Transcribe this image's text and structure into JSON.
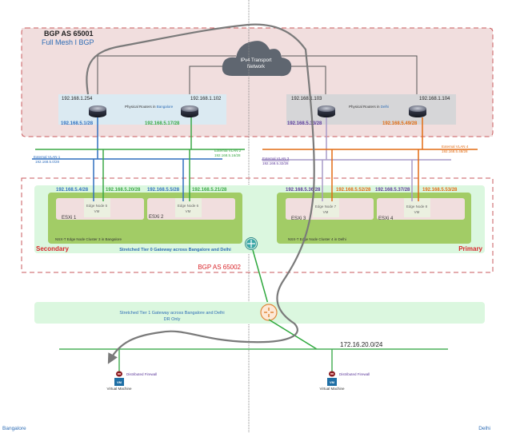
{
  "bgp_top": {
    "title": "BGP AS 65001",
    "subtitle": "Full Mesh I BGP"
  },
  "cloud": {
    "line1": "IPv4 Transport",
    "line2": "Network"
  },
  "bangalore_routers": {
    "label_prefix": "Physical Routers in ",
    "label_city": "Bangalore",
    "r1_mgmt": "192.168.1.254",
    "r1_uplink": "192.168.5.1/28",
    "r2_mgmt": "192.168.1.102",
    "r2_uplink": "192.168.5.17/28"
  },
  "delhi_routers": {
    "label_prefix": "Physical Routers in ",
    "label_city": "Delhi",
    "r1_mgmt": "192.168.1.103",
    "r1_uplink": "192.168.5.33/28",
    "r2_mgmt": "192.168.1.104",
    "r2_uplink": "192.168.5.49/28"
  },
  "vlans": {
    "v1_name": "External VLAN 1",
    "v1_subnet": "192.168.5.0/28",
    "v2_name": "External VLAN 2",
    "v2_subnet": "192.168.5.16/28",
    "v3_name": "External VLAN 3",
    "v3_subnet": "192.168.5.32/28",
    "v4_name": "External VLAN 4",
    "v4_subnet": "192.168.5.48/28"
  },
  "edge_ips": {
    "e5_v1": "192.168.5.4/28",
    "e5_v2": "192.168.5.20/28",
    "e6_v1": "192.168.5.5/28",
    "e6_v2": "192.168.5.21/28",
    "e7_v3": "192.168.5.36/28",
    "e7_v4": "192.168.5.52/28",
    "e8_v3": "192.168.5.37/28",
    "e8_v4": "192.168.5.53/28"
  },
  "hosts": {
    "esxi1": "ESXi 1",
    "esxi2": "ESXi 2",
    "esxi3": "ESXi 3",
    "esxi4": "ESXi 4"
  },
  "edge_nodes": {
    "n5": "Edge Node 5",
    "n6": "Edge Node 6",
    "n7": "Edge Node 7",
    "n8": "Edge Node 8",
    "vm": "VM"
  },
  "clusters": {
    "bangalore": "NSX-T Edge Node Cluster 3 in Bangalore",
    "delhi": "NSX-T Edge Node Cluster 4 in Delhi"
  },
  "tier0": {
    "secondary": "Secondary",
    "primary": "Primary",
    "label": "Stretched Tier 0 Gateway across Bangalore and Delhi",
    "bgp": "BGP AS 65002"
  },
  "tier1": {
    "line1": "Stretched Tier 1 Gateway across Bangalore and Delhi",
    "line2": "DR Only"
  },
  "segment": {
    "subnet": "172.16.20.0/24"
  },
  "workloads": {
    "dfw": "Distributed Firewall",
    "vm_badge": "VM",
    "vm_label": "Virtual Machine"
  },
  "sites": {
    "left": "Bangalore",
    "right": "Delhi"
  },
  "colors": {
    "vlan1": "#2f6fbf",
    "vlan2": "#3aa845",
    "vlan3": "#a99bc9",
    "vlan4": "#e26b12",
    "bgp_red": "#d9262b",
    "blue_text": "#2e6db5",
    "cloud": "#5f6670"
  }
}
